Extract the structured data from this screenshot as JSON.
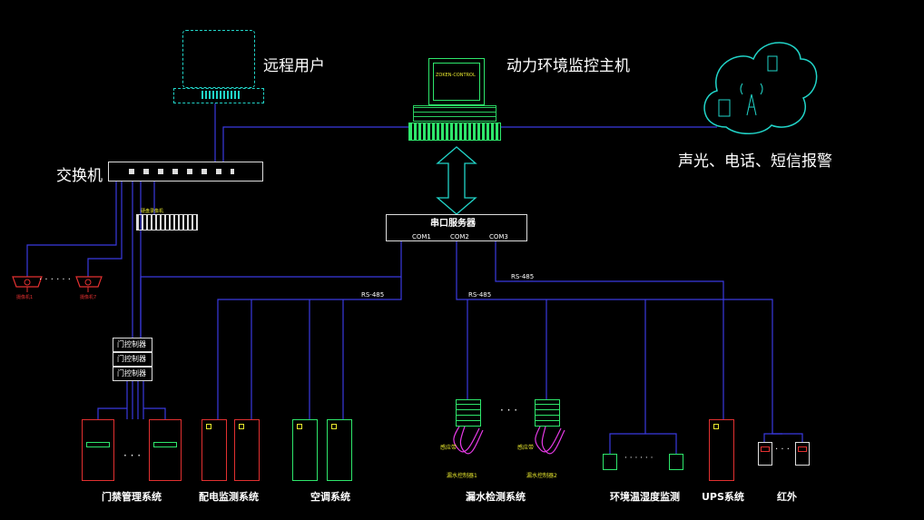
{
  "labels": {
    "remote_user": "远程用户",
    "host": "动力环境监控主机",
    "alarm": "声光、电话、短信报警",
    "switch": "交换机",
    "serial_server": "串口服务器",
    "com1": "COM1",
    "com2": "COM2",
    "com3": "COM3",
    "rs485_a": "RS-485",
    "rs485_b": "RS-485",
    "rs485_c": "RS-485",
    "host_screen": "ZOKEN-CONTROL",
    "dvr": "硬盘录像机",
    "cam_dots": "· · · · · ·",
    "camera1": "摄像机1",
    "camera2": "摄像机7",
    "door_ctrl_1": "门控制器",
    "door_ctrl_2": "门控制器",
    "door_ctrl_3": "门控制器",
    "door_dots": "· · ·",
    "water_dots": "· · ·",
    "env_dots": "· · · · · ·",
    "ir_dots": "· · ·",
    "water_line_1": "感应带",
    "water_line_2": "感应带",
    "water_det_1": "漏水控制器1",
    "water_det_2": "漏水控制器2"
  },
  "sections": [
    "门禁管理系统",
    "配电监测系统",
    "空调系统",
    "漏水检测系统",
    "环境温湿度监测",
    "UPS系统",
    "红外"
  ],
  "colors": {
    "line": "#3a3ae0",
    "green": "#2ee66b",
    "cyan": "#21d4c8",
    "red": "#e23030",
    "magenta": "#e63ae6"
  }
}
